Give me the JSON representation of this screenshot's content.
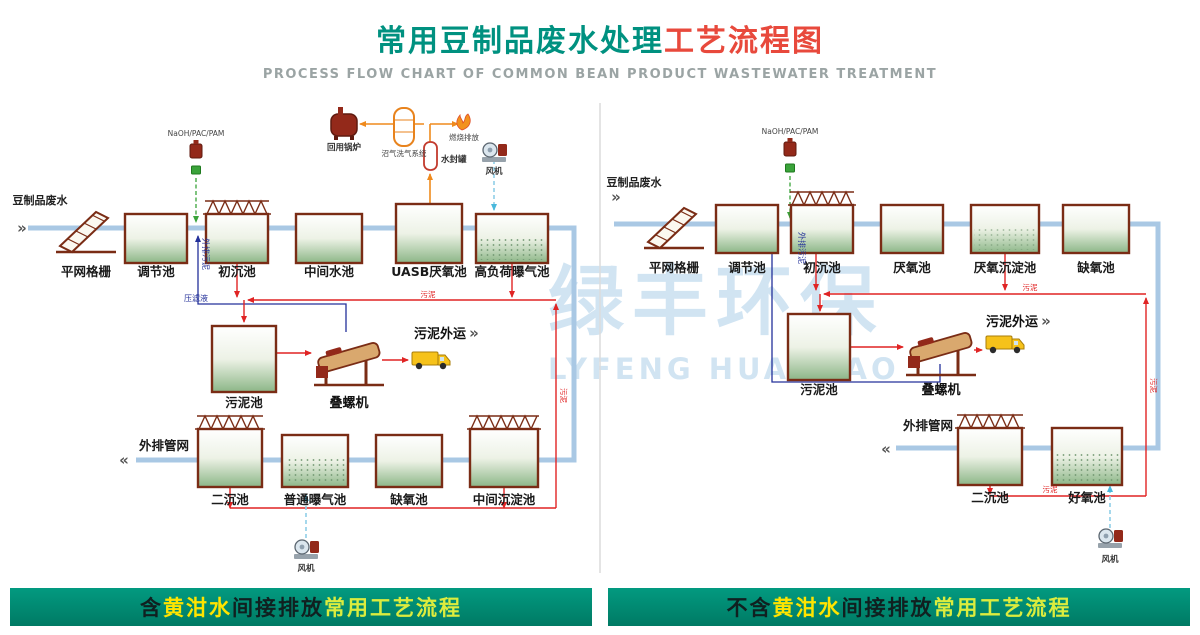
{
  "header": {
    "title_teal": "常用豆制品废水处理",
    "title_red": "工艺流程图",
    "subtitle": "PROCESS FLOW CHART OF COMMON BEAN PRODUCT WASTEWATER TREATMENT"
  },
  "watermark": {
    "cn": "绿丰环保",
    "en": "LYFENG HUANBAO"
  },
  "symbols": {
    "in": "»",
    "out": "«"
  },
  "left": {
    "input": "豆制品废水",
    "dosing": "NaOH/PAC/PAM",
    "screen": "平网格栅",
    "regulating": "调节池",
    "primary_sed": "初沉池",
    "intermediate_tank": "中间水池",
    "uasb": "UASB厌氧池",
    "high_load_aeration": "高负荷曝气池",
    "boiler": "回用锅炉",
    "gas_wash": "沼气洗气系统",
    "water_seal": "水封罐",
    "burn_discharge": "燃烧排放",
    "fan_top": "风机",
    "waipai_sludge": "外排污泥",
    "filtrate": "压滤液",
    "sludge_tank": "污泥池",
    "screw_press": "叠螺机",
    "sludge_out": "污泥外运",
    "sludge_a": "污泥",
    "sludge_b": "污泥",
    "outfall": "外排管网",
    "secondary_sed": "二沉池",
    "ordinary_aeration": "普通曝气池",
    "anoxic": "缺氧池",
    "intermediate_sed": "中间沉淀池",
    "fan_bottom": "风机"
  },
  "right": {
    "input": "豆制品废水",
    "dosing": "NaOH/PAC/PAM",
    "screen": "平网格栅",
    "regulating": "调节池",
    "primary_sed": "初沉池",
    "anaerobic": "厌氧池",
    "anaerobic_sed": "厌氧沉淀池",
    "anoxic": "缺氧池",
    "waipai_sludge": "外排污泥",
    "sludge_tank": "污泥池",
    "screw_press": "叠螺机",
    "sludge_out": "污泥外运",
    "sludge_a": "污泥",
    "sludge_b": "污泥",
    "sludge_c": "污泥",
    "outfall": "外排管网",
    "secondary_sed": "二沉池",
    "aerobic": "好氧池",
    "fan": "风机"
  },
  "banners": {
    "left": {
      "p1": "含",
      "p2": "黄泔水",
      "p3": "间接排放",
      "p4": "常用工艺流程"
    },
    "right": {
      "p1": "不含",
      "p2": "黄泔水",
      "p3": "间接排放",
      "p4": "常用工艺流程"
    }
  },
  "colors": {
    "title_teal": "#009180",
    "title_red": "#e8493c",
    "banner_green": "#008a72",
    "banner_yellow": "#ffe400",
    "pipe_water_blue": "#a9c8e4",
    "pipe_sludge_red": "#e02424",
    "pipe_filtrate_navy": "#24319a",
    "pipe_gas_orange": "#ef8a1d",
    "pipe_air_cyan": "#8fcfe8",
    "dosing_green": "#3aa33a",
    "tank_border_maroon": "#7a2c15",
    "tank_fill_green": "#8cb687",
    "watermark_blue": "#c6def0"
  }
}
